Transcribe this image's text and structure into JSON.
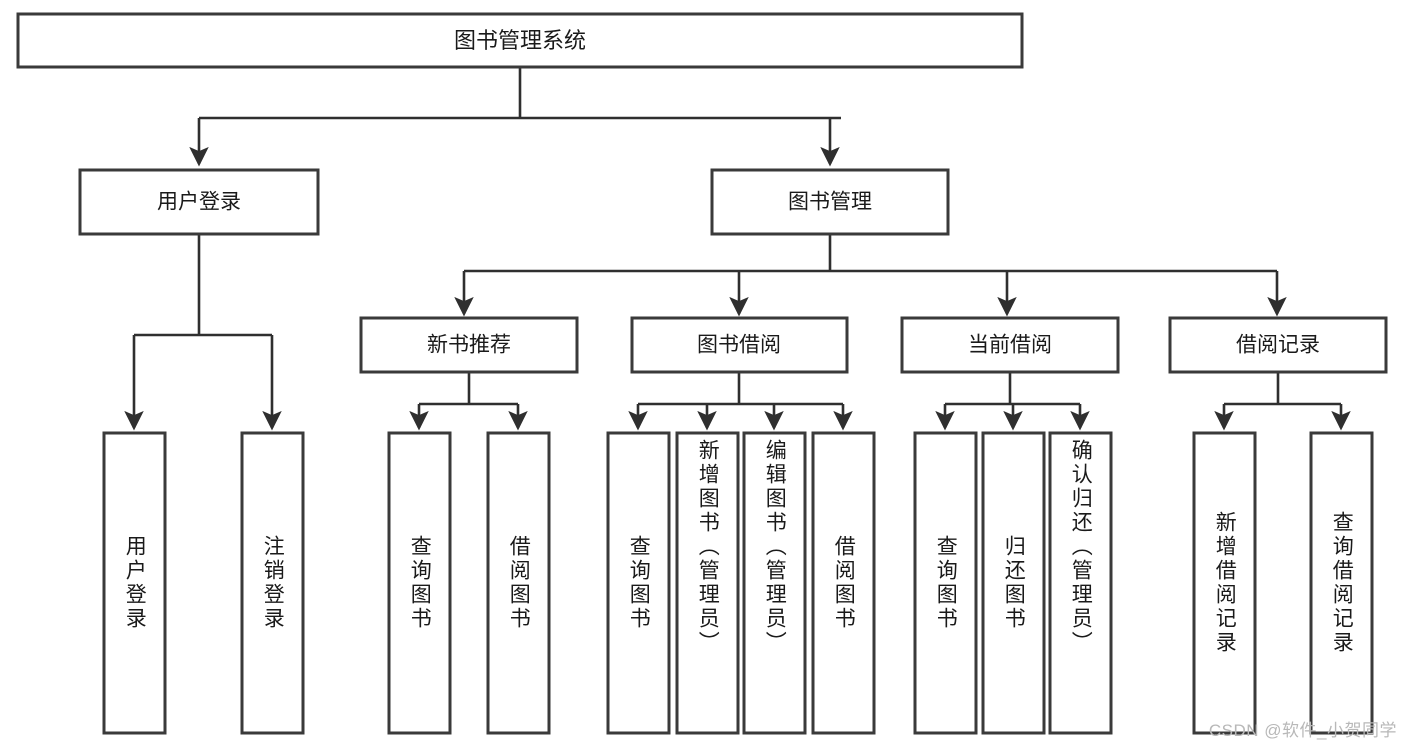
{
  "diagram": {
    "type": "tree",
    "title": "图书管理系统",
    "root": {
      "label": "图书管理系统"
    },
    "level1": [
      {
        "label": "用户登录"
      },
      {
        "label": "图书管理"
      }
    ],
    "level2": [
      {
        "label": "新书推荐"
      },
      {
        "label": "图书借阅"
      },
      {
        "label": "当前借阅"
      },
      {
        "label": "借阅记录"
      }
    ],
    "leaves": [
      {
        "label": "用户登录",
        "parent": "用户登录"
      },
      {
        "label": "注销登录",
        "parent": "用户登录"
      },
      {
        "label": "查询图书",
        "parent": "新书推荐"
      },
      {
        "label": "借阅图书",
        "parent": "新书推荐"
      },
      {
        "label": "查询图书",
        "parent": "图书借阅"
      },
      {
        "label": "新增图书（管理员）",
        "parent": "图书借阅"
      },
      {
        "label": "编辑图书（管理员）",
        "parent": "图书借阅"
      },
      {
        "label": "借阅图书",
        "parent": "图书借阅"
      },
      {
        "label": "查询图书",
        "parent": "当前借阅"
      },
      {
        "label": "归还图书",
        "parent": "当前借阅"
      },
      {
        "label": "确认归还（管理员）",
        "parent": "当前借阅"
      },
      {
        "label": "新增借阅记录",
        "parent": "借阅记录"
      },
      {
        "label": "查询借阅记录",
        "parent": "借阅记录"
      }
    ],
    "colors": {
      "box_fill": "#ffffff",
      "box_stroke": "#3a3a3a",
      "edge": "#2f2f2f",
      "text": "#1a1a1a",
      "watermark": "#b8b8b8",
      "background": "#ffffff"
    }
  },
  "watermark": {
    "text": "CSDN @软件_小贺同学"
  }
}
